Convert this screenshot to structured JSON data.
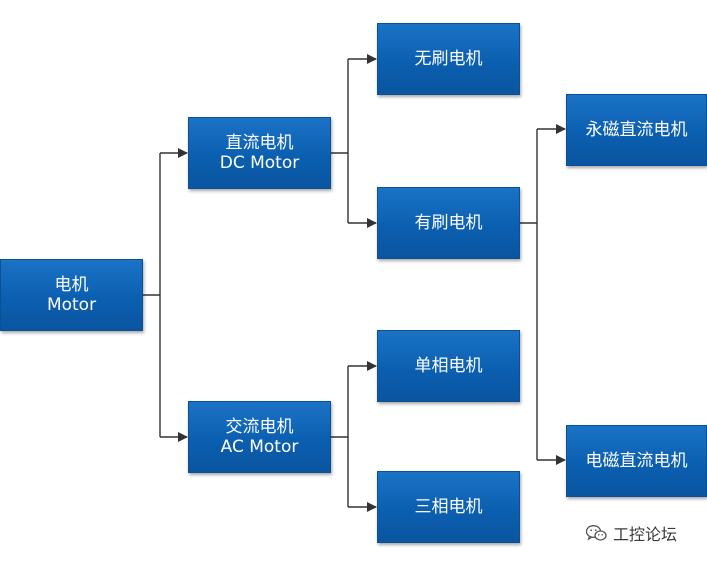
{
  "diagram": {
    "root": {
      "line1": "电机",
      "line2": "Motor"
    },
    "dc": {
      "line1": "直流电机",
      "line2": "DC Motor"
    },
    "ac": {
      "line1": "交流电机",
      "line2": "AC Motor"
    },
    "brushless": {
      "label": "无刷电机"
    },
    "brushed": {
      "label": "有刷电机"
    },
    "single_phase": {
      "label": "单相电机"
    },
    "three_phase": {
      "label": "三相电机"
    },
    "pm_dc": {
      "label": "永磁直流电机"
    },
    "em_dc": {
      "label": "电磁直流电机"
    }
  },
  "watermark": {
    "text": "工控论坛",
    "icon": "wechat-icon"
  },
  "colors": {
    "node_fill": "#0b5fb0",
    "node_border": "#0b4f95",
    "node_text": "#ffffff",
    "connector": "#333333"
  }
}
